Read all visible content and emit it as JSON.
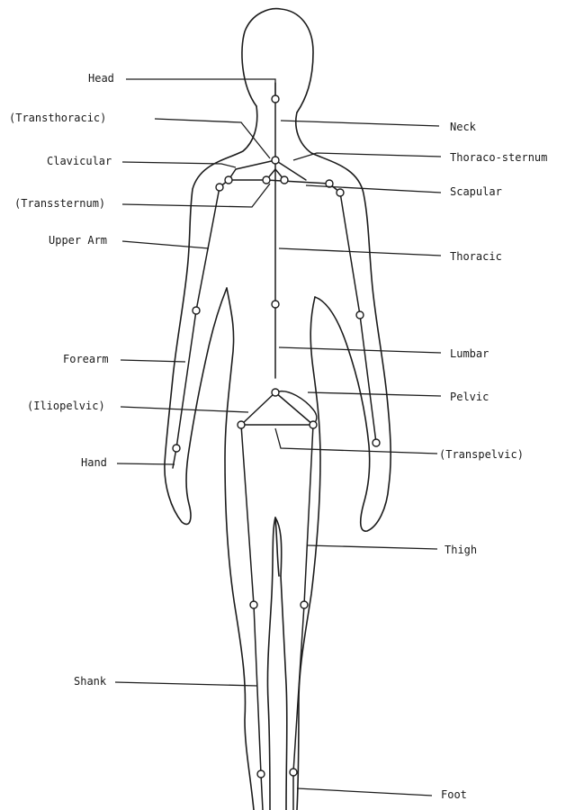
{
  "labels": {
    "head": "Head",
    "transthoracic": "(Transthoracic)",
    "clavicular": "Clavicular",
    "transsternum": "(Transsternum)",
    "upper_arm": "Upper Arm",
    "forearm": "Forearm",
    "iliopelvic": "(Iliopelvic)",
    "hand": "Hand",
    "shank": "Shank",
    "neck": "Neck",
    "thoraco_sternum": "Thoraco-sternum",
    "scapular": "Scapular",
    "thoracic": "Thoracic",
    "lumbar": "Lumbar",
    "pelvic": "Pelvic",
    "transpelvic": "(Transpelvic)",
    "thigh": "Thigh",
    "foot": "Foot"
  }
}
